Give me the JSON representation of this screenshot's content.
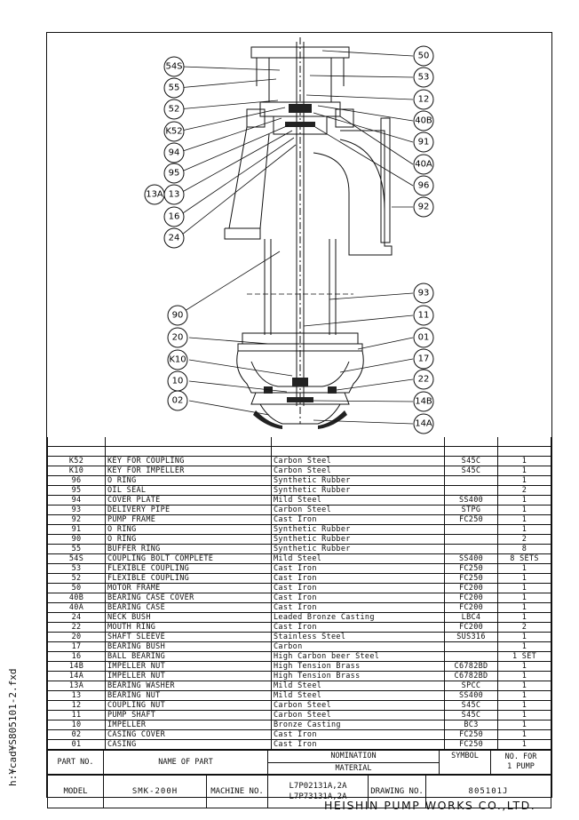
{
  "callouts_left": [
    "54S",
    "55",
    "52",
    "K52",
    "94",
    "95",
    "13A",
    "13",
    "16",
    "24",
    "90",
    "20",
    "K10",
    "10",
    "02"
  ],
  "callouts_right": [
    "50",
    "53",
    "12",
    "40B",
    "91",
    "40A",
    "96",
    "92",
    "93",
    "11",
    "01",
    "17",
    "22",
    "14B",
    "14A"
  ],
  "parts": [
    {
      "no": "K52",
      "name": "KEY FOR COUPLING",
      "material": "Carbon Steel",
      "symbol": "S45C",
      "qty": "1"
    },
    {
      "no": "K10",
      "name": "KEY FOR IMPELLER",
      "material": "Carbon Steel",
      "symbol": "S45C",
      "qty": "1"
    },
    {
      "no": "96",
      "name": "O RING",
      "material": "Synthetic Rubber",
      "symbol": "",
      "qty": "1"
    },
    {
      "no": "95",
      "name": "OIL SEAL",
      "material": "Synthetic Rubber",
      "symbol": "",
      "qty": "2"
    },
    {
      "no": "94",
      "name": "COVER PLATE",
      "material": "Mild Steel",
      "symbol": "SS400",
      "qty": "1"
    },
    {
      "no": "93",
      "name": "DELIVERY PIPE",
      "material": "Carbon Steel",
      "symbol": "STPG",
      "qty": "1"
    },
    {
      "no": "92",
      "name": "PUMP FRAME",
      "material": "Cast Iron",
      "symbol": "FC250",
      "qty": "1"
    },
    {
      "no": "91",
      "name": "O RING",
      "material": "Synthetic Rubber",
      "symbol": "",
      "qty": "1"
    },
    {
      "no": "90",
      "name": "O RING",
      "material": "Synthetic Rubber",
      "symbol": "",
      "qty": "2"
    },
    {
      "no": "55",
      "name": "BUFFER RING",
      "material": "Synthetic Rubber",
      "symbol": "",
      "qty": "8"
    },
    {
      "no": "54S",
      "name": "COUPLING BOLT COMPLETE",
      "material": "Mild Steel",
      "symbol": "SS400",
      "qty": "8 SETS"
    },
    {
      "no": "53",
      "name": "FLEXIBLE COUPLING",
      "material": "Cast Iron",
      "symbol": "FC250",
      "qty": "1"
    },
    {
      "no": "52",
      "name": "FLEXIBLE COUPLING",
      "material": "Cast Iron",
      "symbol": "FC250",
      "qty": "1"
    },
    {
      "no": "50",
      "name": "MOTOR FRAME",
      "material": "Cast Iron",
      "symbol": "FC200",
      "qty": "1"
    },
    {
      "no": "40B",
      "name": "BEARING CASE COVER",
      "material": "Cast Iron",
      "symbol": "FC200",
      "qty": "1"
    },
    {
      "no": "40A",
      "name": "BEARING CASE",
      "material": "Cast Iron",
      "symbol": "FC200",
      "qty": "1"
    },
    {
      "no": "24",
      "name": "NECK BUSH",
      "material": "Leaded Bronze Casting",
      "symbol": "LBC4",
      "qty": "1"
    },
    {
      "no": "22",
      "name": "MOUTH RING",
      "material": "Cast Iron",
      "symbol": "FC200",
      "qty": "2"
    },
    {
      "no": "20",
      "name": "SHAFT SLEEVE",
      "material": "Stainless Steel",
      "symbol": "SUS316",
      "qty": "1"
    },
    {
      "no": "17",
      "name": "BEARING BUSH",
      "material": "Carbon",
      "symbol": "",
      "qty": "1"
    },
    {
      "no": "16",
      "name": "BALL BEARING",
      "material": "High Carbon beer Steel",
      "symbol": "",
      "qty": "1 SET"
    },
    {
      "no": "14B",
      "name": "IMPELLER NUT",
      "material": "High Tension Brass",
      "symbol": "C6782BD",
      "qty": "1"
    },
    {
      "no": "14A",
      "name": "IMPELLER NUT",
      "material": "High Tension Brass",
      "symbol": "C6782BD",
      "qty": "1"
    },
    {
      "no": "13A",
      "name": "BEARING WASHER",
      "material": "Mild Steel",
      "symbol": "SPCC",
      "qty": "1"
    },
    {
      "no": "13",
      "name": "BEARING NUT",
      "material": "Mild Steel",
      "symbol": "SS400",
      "qty": "1"
    },
    {
      "no": "12",
      "name": "COUPLING NUT",
      "material": "Carbon Steel",
      "symbol": "S45C",
      "qty": "1"
    },
    {
      "no": "11",
      "name": "PUMP SHAFT",
      "material": "Carbon Steel",
      "symbol": "S45C",
      "qty": "1"
    },
    {
      "no": "10",
      "name": "IMPELLER",
      "material": "Bronze Casting",
      "symbol": "BC3",
      "qty": "1"
    },
    {
      "no": "02",
      "name": "CASING COVER",
      "material": "Cast Iron",
      "symbol": "FC250",
      "qty": "1"
    },
    {
      "no": "01",
      "name": "CASING",
      "material": "Cast Iron",
      "symbol": "FC250",
      "qty": "1"
    }
  ],
  "header": {
    "part_no": "PART NO.",
    "name_of_part": "NAME OF PART",
    "nomination": "NOMINATION",
    "material": "MATERIAL",
    "symbol": "SYMBOL",
    "qty_line1": "NO. FOR",
    "qty_line2": "1 PUMP"
  },
  "title_block": {
    "model_label": "MODEL",
    "model_value": "SMK-200H",
    "machine_no_label": "MACHINE NO.",
    "machine_no_line1": "L7P02131A,2A",
    "machine_no_line2": "L7P73131A,2A",
    "drawing_no_label": "DRAWING NO.",
    "drawing_no_value": "805101J"
  },
  "company": "HEISHIN PUMP WORKS CO.,LTD.",
  "file_path": "h:¥cad¥S805101-2.fxd"
}
